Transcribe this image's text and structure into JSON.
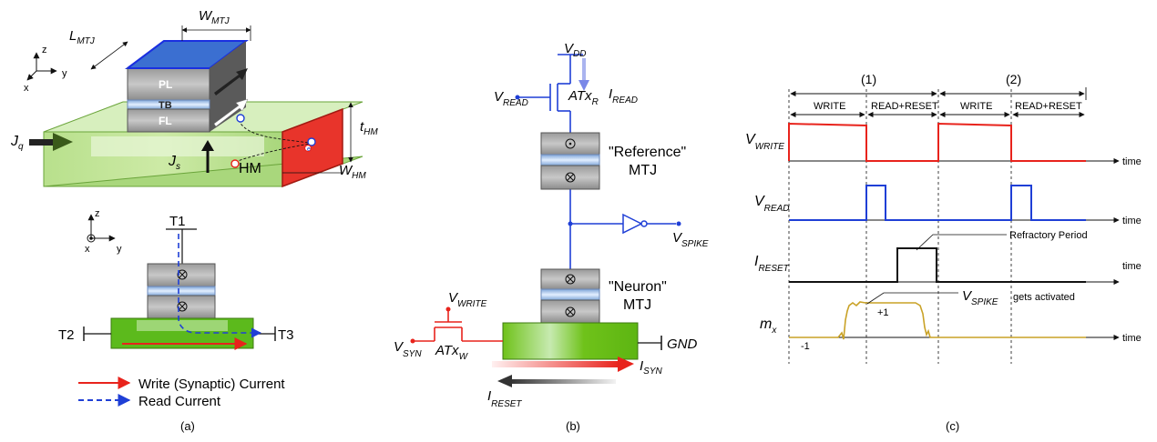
{
  "panel_a": {
    "caption": "(a)",
    "dims": {
      "l": "L",
      "l_sub": "MTJ",
      "w": "W",
      "w_sub": "MTJ",
      "t": "t",
      "t_sub": "HM",
      "whm": "W",
      "whm_sub": "HM"
    },
    "layers": {
      "pl": "PL",
      "tb": "TB",
      "fl": "FL",
      "hm": "HM"
    },
    "currents": {
      "jq": "J",
      "jq_sub": "q",
      "js": "J",
      "js_sub": "s"
    },
    "axes3d": {
      "z": "z",
      "y": "y",
      "x": "x"
    },
    "axes2d": {
      "z": "z",
      "y": "y",
      "x": "x"
    },
    "terminals": {
      "t1": "T1",
      "t2": "T2",
      "t3": "T3"
    },
    "electron": "e",
    "legend": {
      "write": "Write (Synaptic) Current",
      "read": "Read Current"
    },
    "colors": {
      "write": "#e8231c",
      "read": "#1f3fd6",
      "green": "#9fd26b",
      "blue": "#3b6fd1",
      "red": "#e8342b"
    }
  },
  "panel_b": {
    "caption": "(b)",
    "vdd": "V",
    "vdd_sub": "DD",
    "vread": "V",
    "vread_sub": "READ",
    "atxr": "ATx",
    "atxr_sub": "R",
    "iread": "I",
    "iread_sub": "READ",
    "ref_mtj": [
      "\"Reference\"",
      "MTJ"
    ],
    "neuron_mtj": [
      "\"Neuron\"",
      "MTJ"
    ],
    "vspike": "V",
    "vspike_sub": "SPIKE",
    "vwrite": "V",
    "vwrite_sub": "WRITE",
    "vsyn": "V",
    "vsyn_sub": "SYN",
    "atxw": "ATx",
    "atxw_sub": "W",
    "gnd": "GND",
    "isyn": "I",
    "isyn_sub": "SYN",
    "ireset": "I",
    "ireset_sub": "RESET"
  },
  "panel_c": {
    "caption": "(c)",
    "phase1": "(1)",
    "phase2": "(2)",
    "segments": [
      "WRITE",
      "READ+RESET",
      "WRITE",
      "READ+RESET"
    ],
    "time_label": "time",
    "signals": [
      {
        "name": "V",
        "sub": "WRITE",
        "color": "#e8231c"
      },
      {
        "name": "V",
        "sub": "READ",
        "color": "#1f3fd6"
      },
      {
        "name": "I",
        "sub": "RESET",
        "color": "#111111"
      },
      {
        "name": "m",
        "sub": "x",
        "color": "#c9a227"
      }
    ],
    "annotations": {
      "refractory": "Refractory Period",
      "vspike": "V",
      "vspike_sub": "SPIKE",
      "activated": "gets activated",
      "plus1": "+1",
      "minus1": "-1"
    }
  }
}
